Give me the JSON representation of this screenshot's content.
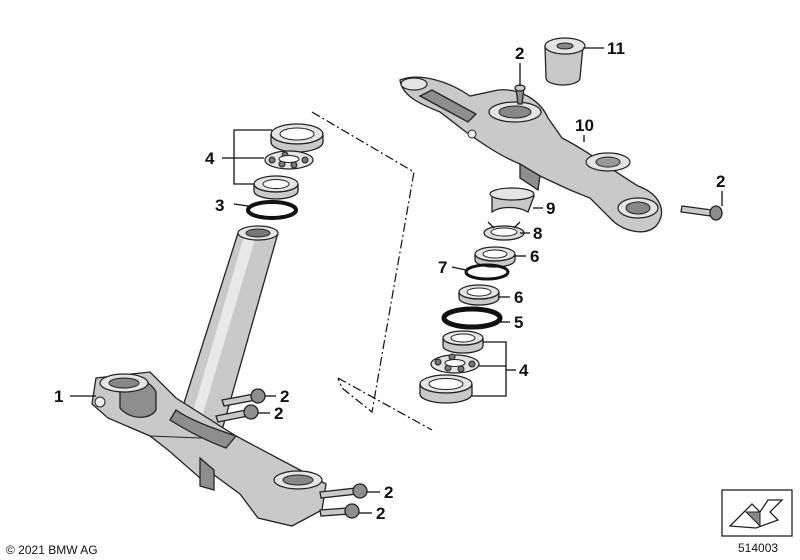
{
  "callouts": {
    "c_1": "1",
    "c_2_tl": "2",
    "c_11": "11",
    "c_10": "10",
    "c_2_r": "2",
    "c_4_l": "4",
    "c_3": "3",
    "c_9": "9",
    "c_8": "8",
    "c_6_a": "6",
    "c_7": "7",
    "c_6_b": "6",
    "c_5": "5",
    "c_4_r": "4",
    "c_2_a": "2",
    "c_2_b": "2",
    "c_2_c": "2",
    "c_2_d": "2"
  },
  "footer": {
    "copyright": "© 2021 BMW AG",
    "diagram_number": "514003"
  },
  "icons": {
    "corner": "folded-arrow-icon"
  }
}
